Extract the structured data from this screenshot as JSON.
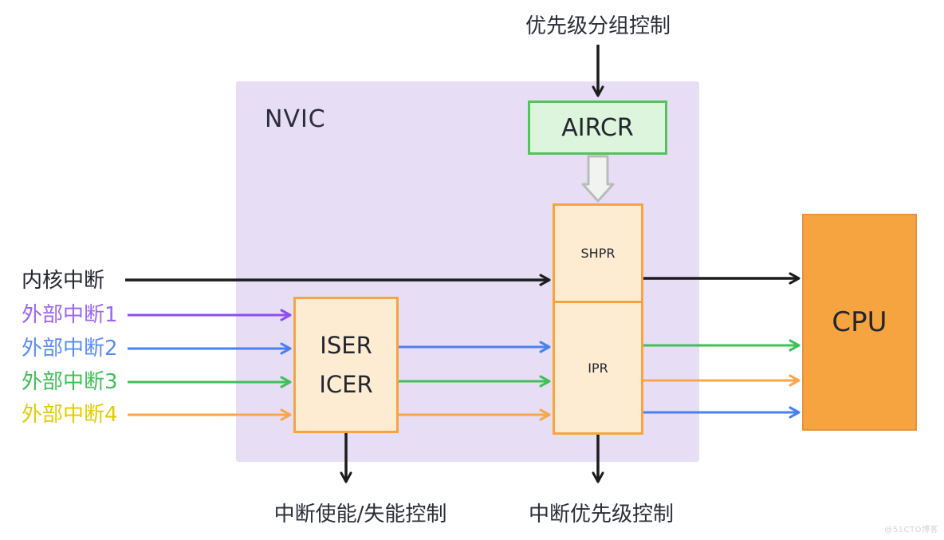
{
  "diagram": {
    "region_label": "NVIC",
    "top_control_label": "优先级分组控制",
    "boxes": {
      "aircr": "AIRCR",
      "shpr": "SHPR",
      "ipr": "IPR",
      "iser": "ISER",
      "icer": "ICER",
      "cpu": "CPU"
    },
    "inputs": [
      {
        "label": "内核中断",
        "color": "#23262e",
        "arrow_color": "#1c1c1c"
      },
      {
        "label": "外部中断1",
        "color": "#9d66f2",
        "arrow_color": "#8e4ef0"
      },
      {
        "label": "外部中断2",
        "color": "#5b8cf5",
        "arrow_color": "#4a80f0"
      },
      {
        "label": "外部中断3",
        "color": "#41c058",
        "arrow_color": "#41c058"
      },
      {
        "label": "外部中断4",
        "color": "#e3cb06",
        "arrow_color": "#f8a647"
      }
    ],
    "bottom_labels": {
      "enable_control": "中断使能/失能控制",
      "priority_control": "中断优先级控制"
    },
    "watermark": "@51CTO博客",
    "colors": {
      "nvic_region_bg": "#e7def6",
      "aircr_fill": "#dcf5dc",
      "aircr_border": "#52c45a",
      "register_fill": "#fdecd2",
      "register_border": "#f7a440",
      "cpu_fill": "#f6a440",
      "cpu_border": "#e8923a",
      "black_arrow": "#1c1c1c",
      "block_arrow_stroke": "#b8bcb8",
      "block_arrow_fill": "#f1f3f0"
    }
  }
}
